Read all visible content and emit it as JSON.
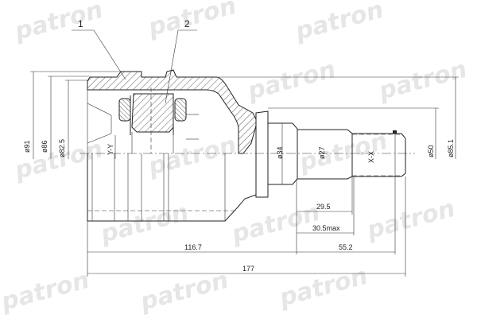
{
  "watermark": {
    "text": "patron",
    "color": "#e6e6e6"
  },
  "callouts": [
    {
      "label": "1"
    },
    {
      "label": "2"
    }
  ],
  "diameters": {
    "d91": "ø91",
    "d86": "ø86",
    "d82_5": "ø82.5",
    "d34": "ø34",
    "d27": "ø27",
    "d50": "ø50",
    "d85_1": "ø85.1"
  },
  "axes": {
    "yy": "Y-Y",
    "xx": "X-X"
  },
  "lengths": {
    "l29_5": "29.5",
    "l30_5max": "30.5max",
    "l116_7": "116.7",
    "l55_2": "55.2",
    "l177": "177"
  }
}
